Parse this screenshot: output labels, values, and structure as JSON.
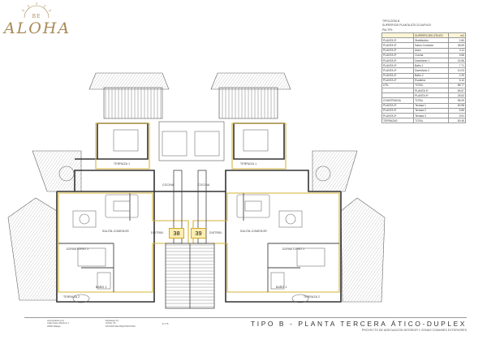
{
  "brand": {
    "small": "BE",
    "word": "ALOHA"
  },
  "meta": {
    "line1": "TIPOLOGÍA B",
    "line2": "SUPERFICIE PLANTA ÁTICO-DUPLEX",
    "line3": "PM-TP9"
  },
  "areas_table": {
    "header": [
      "",
      "SUPERFICIES ÚTILES",
      "m2"
    ],
    "rows": [
      [
        "PLANTA 3ª",
        "Distribuidor",
        "2.80"
      ],
      [
        "PLANTA 3ª",
        "Salón-Comedor",
        "28.05"
      ],
      [
        "PLANTA 3ª",
        "Aseo",
        "3.11"
      ],
      [
        "PLANTA 3ª",
        "Cocina",
        "9.68"
      ],
      [
        "PLANTA 3ª",
        "Dormitorio 1",
        "15.56"
      ],
      [
        "PLANTA 3ª",
        "Baño 1",
        "7.71"
      ],
      [
        "PLANTA 4ª",
        "Dormitorio 2",
        "10.03"
      ],
      [
        "PLANTA 4ª",
        "Baño 2",
        "2.29"
      ],
      [
        "PLANTA 4ª",
        "Escalera",
        "5.10"
      ],
      [
        "ÚTIL",
        "TOTAL",
        "85.77"
      ],
      [
        "",
        "PLANTA 3ª",
        "69.57"
      ],
      [
        "",
        "PLANTA 4ª",
        "25.52"
      ],
      [
        "CONSTRUIDA",
        "TOTAL",
        "95.09"
      ],
      [
        "PLANTA 3ª",
        "Terraza 1",
        "50.98"
      ],
      [
        "PLANTA 3ª",
        "Terraza 2",
        "5.86"
      ],
      [
        "PLANTA 4ª",
        "Terraza 3",
        "9.91"
      ],
      [
        "TERRAZAS",
        "TOTAL",
        "63.45"
      ]
    ]
  },
  "units": [
    "38",
    "39"
  ],
  "plan_labels": {
    "terraza1_l": "TERRAZA 1",
    "terraza1_r": "TERRAZA 1",
    "cocina_l": "COCINA",
    "cocina_r": "COCINA",
    "salon_l": "SALÓN-COMEDOR",
    "salon_r": "SALÓN-COMEDOR",
    "dorm1_l": "DORMITORIO 1",
    "dorm1_r": "DORMITORIO 1",
    "banio1_l": "BAÑO 1",
    "banio1_r": "BAÑO 1",
    "terraza2_l": "TERRAZA 2",
    "terraza2_r": "TERRAZA 2",
    "dist_l": "DISTRIB.",
    "dist_r": "DISTRIB."
  },
  "footer": {
    "title": "TIPO B - PLANTA TERCERA ÁTICO-DUPLEX",
    "subtitle": "PROYECTO DE ADECUACIÓN INTERIOR Y ZONAS COMUNES EXTERIORES",
    "contact1": "www.bealoha.com",
    "contact2": "Calle Paseo Marítimo 1",
    "contact3": "29000 Málaga",
    "stamp1": "Estrategia 3.0",
    "stamp2": "ALTEA, 03",
    "stamp3": "ESTUDIO DE ARQUITECTURA",
    "scale": "E 1:75"
  }
}
